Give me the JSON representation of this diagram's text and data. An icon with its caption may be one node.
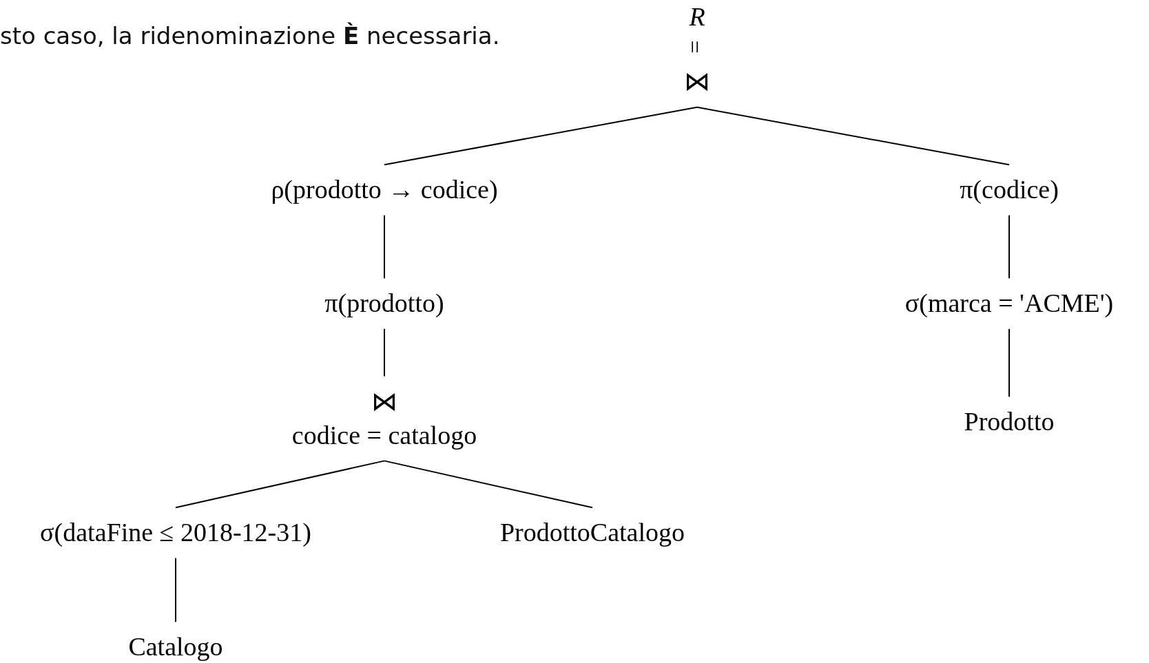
{
  "diagram": {
    "title": "sto caso, la ridenominazione **È** necessaria.",
    "nodes": [
      {
        "text": [
          "R"
        ]
      },
      {
        "text": [
          "⋈"
        ]
      },
      {
        "text": [
          "ρ(prodotto → codice)"
        ]
      },
      {
        "text": [
          "π(codice)"
        ]
      },
      {
        "text": [
          "π(prodotto)"
        ]
      },
      {
        "text": [
          "σ(marca = 'ACME')"
        ]
      },
      {
        "text": [
          "⋈",
          "codice = catalogo"
        ]
      },
      {
        "text": [
          "Prodotto"
        ]
      },
      {
        "text": [
          "σ(dataFine ≤ 2018-12-31)"
        ]
      },
      {
        "text": [
          "ProdottoCatalogo"
        ]
      },
      {
        "text": [
          "Catalogo"
        ]
      }
    ],
    "edges": [
      {
        "from": 1,
        "to": 2,
        "arrow": "none"
      },
      {
        "from": 1,
        "to": 3,
        "arrow": "none"
      },
      {
        "from": 2,
        "to": 4,
        "arrow": "none"
      },
      {
        "from": 3,
        "to": 5,
        "arrow": "none"
      },
      {
        "from": 4,
        "to": 6,
        "arrow": "none"
      },
      {
        "from": 5,
        "to": 7,
        "arrow": "none"
      },
      {
        "from": 6,
        "to": 8,
        "arrow": "none"
      },
      {
        "from": 6,
        "to": 9,
        "arrow": "none"
      },
      {
        "from": 8,
        "to": 10,
        "arrow": "none"
      }
    ],
    "labels": [
      "="
    ]
  }
}
